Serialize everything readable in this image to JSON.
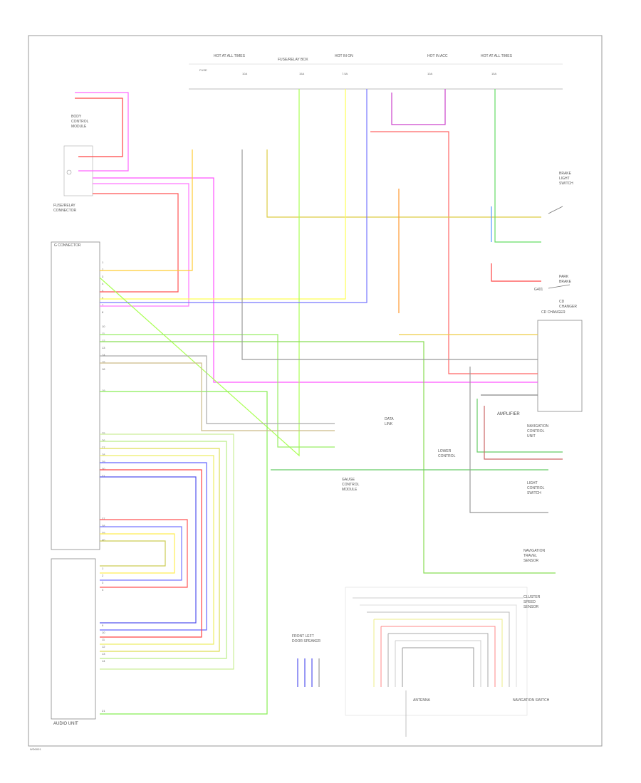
{
  "diagram": {
    "blocks": {
      "audio_unit": "AUDIO UNIT",
      "amplifier": "AMPLIFIER",
      "cd_changer": "CD CHANGER",
      "navigation_switch": "NAVIGATION SWITCH"
    },
    "labels": {
      "antenna": "ANTENNA",
      "ground": "G401",
      "page_code": "WD0001"
    }
  }
}
